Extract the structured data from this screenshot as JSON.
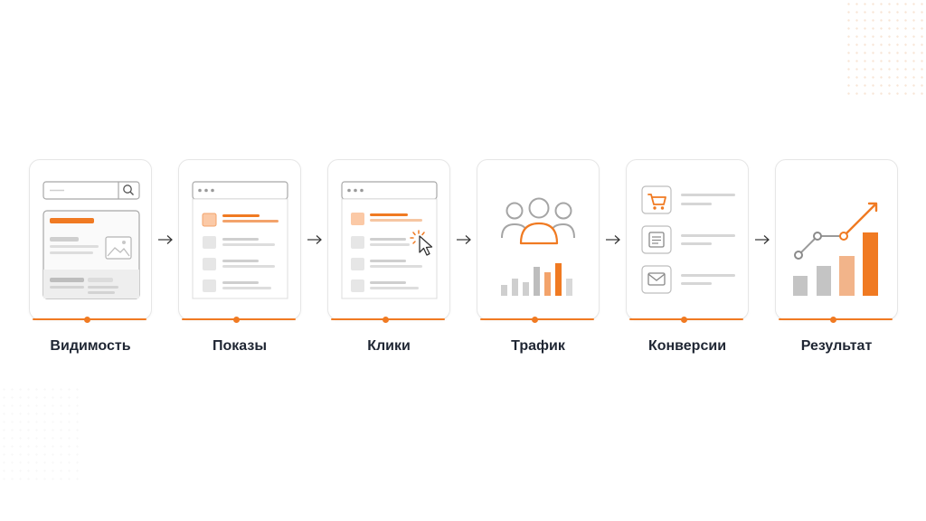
{
  "accent_color": "#f07a22",
  "stages": [
    {
      "label": "Видимость",
      "icon": "search-results-page-icon"
    },
    {
      "label": "Показы",
      "icon": "browser-listing-icon"
    },
    {
      "label": "Клики",
      "icon": "click-cursor-icon"
    },
    {
      "label": "Трафик",
      "icon": "users-traffic-icon"
    },
    {
      "label": "Конверсии",
      "icon": "conversion-actions-icon"
    },
    {
      "label": "Результат",
      "icon": "growth-chart-icon"
    }
  ]
}
